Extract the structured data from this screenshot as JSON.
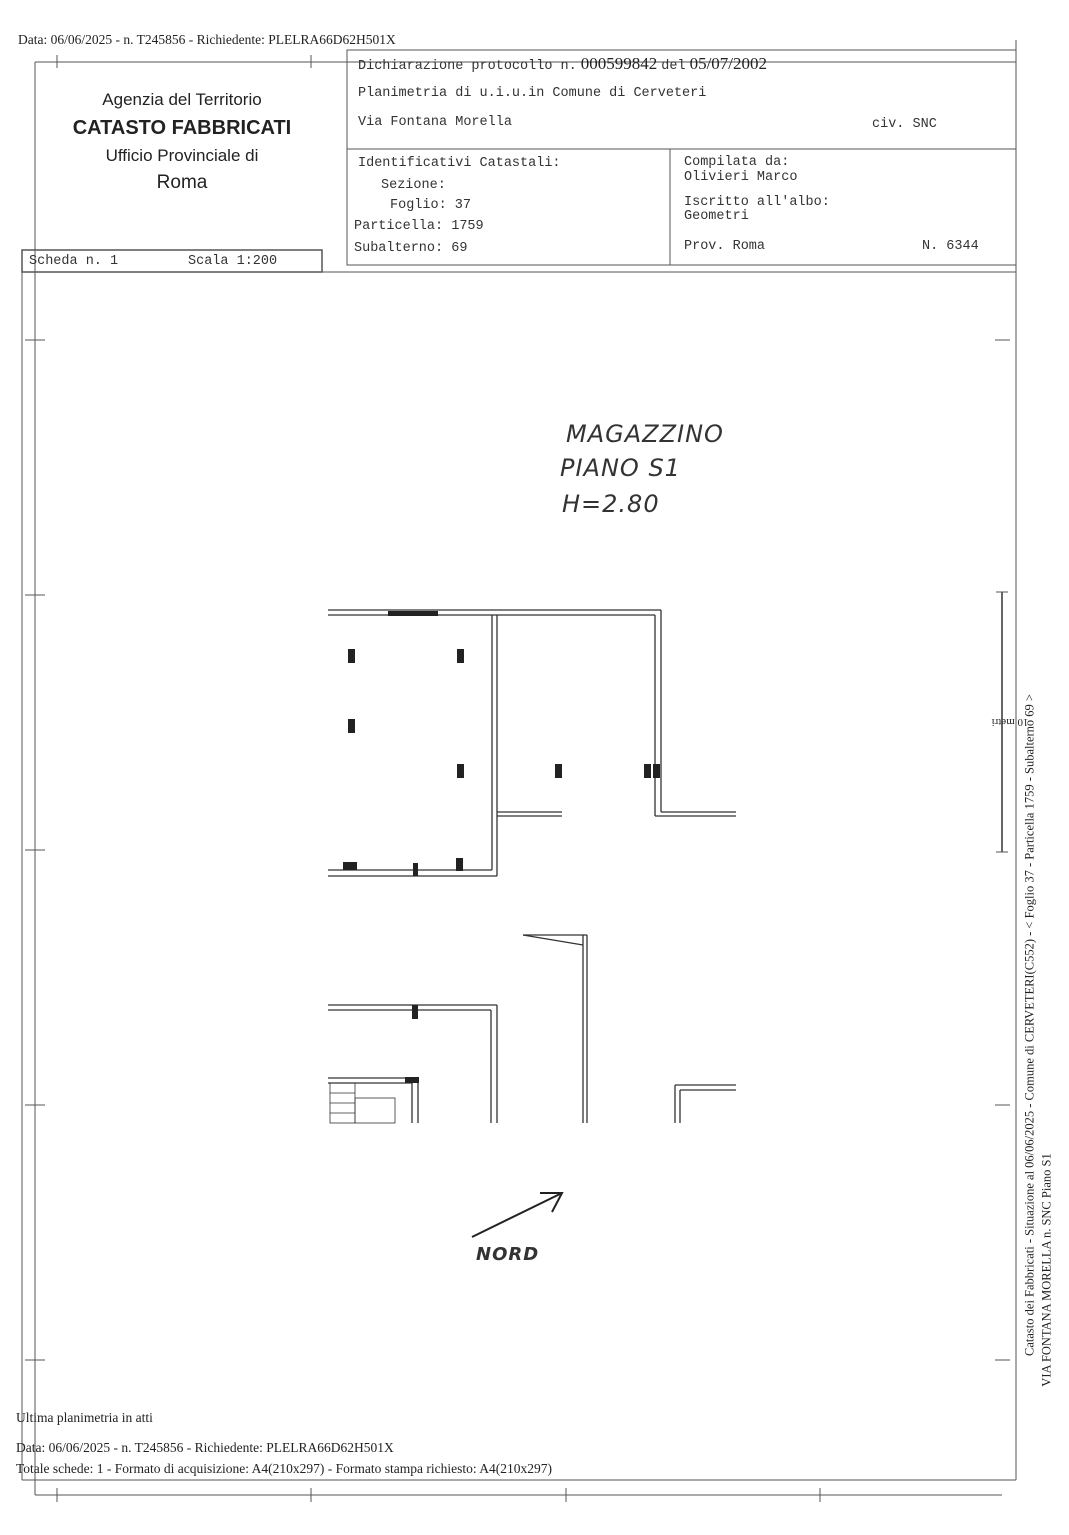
{
  "top_line": "Data: 06/06/2025 - n. T245856 - Richiedente: PLELRA66D62H501X",
  "agency": {
    "line1": "Agenzia del Territorio",
    "line2": "CATASTO FABBRICATI",
    "line3": "Ufficio Provinciale di",
    "line4": "Roma"
  },
  "scheda": {
    "label": "Scheda n. 1",
    "scale": "Scala 1:200"
  },
  "header": {
    "protocol_label": "Dichiarazione protocollo n.",
    "protocol_number": "000599842",
    "date_label": "del",
    "date": "05/07/2002",
    "planimetria": "Planimetria di u.i.u.in Comune di Cerveteri",
    "address": "Via Fontana Morella",
    "civ": "civ. SNC"
  },
  "identificativi": {
    "title": "Identificativi Catastali:",
    "sezione": "Sezione:",
    "foglio": "Foglio: 37",
    "particella": "Particella: 1759",
    "subalterno": "Subalterno: 69"
  },
  "compilata": {
    "label": "Compilata da:",
    "name": "Olivieri Marco",
    "albo_label": "Iscritto all'albo:",
    "albo": "Geometri",
    "prov": "Prov. Roma",
    "number": "N.  6344"
  },
  "plan": {
    "room_line1": "MAGAZZINO",
    "room_line2": "PIANO S1",
    "room_line3": "H=2.80",
    "north": "NORD",
    "scale_bar": "10 metri"
  },
  "side": {
    "line1": "Catasto dei Fabbricati - Situazione al 06/06/2025 - Comune di CERVETERI(C552) - < Foglio 37 - Particella  1759 - Subalterno 69 >",
    "line2": "VIA FONTANA MORELLA n. SNC Piano S1"
  },
  "footer": {
    "ultima": "Ultima planimetria in atti",
    "data": "Data: 06/06/2025 - n. T245856 - Richiedente: PLELRA66D62H501X",
    "totale": "Totale schede: 1 - Formato di acquisizione: A4(210x297)  - Formato stampa richiesto: A4(210x297)"
  }
}
